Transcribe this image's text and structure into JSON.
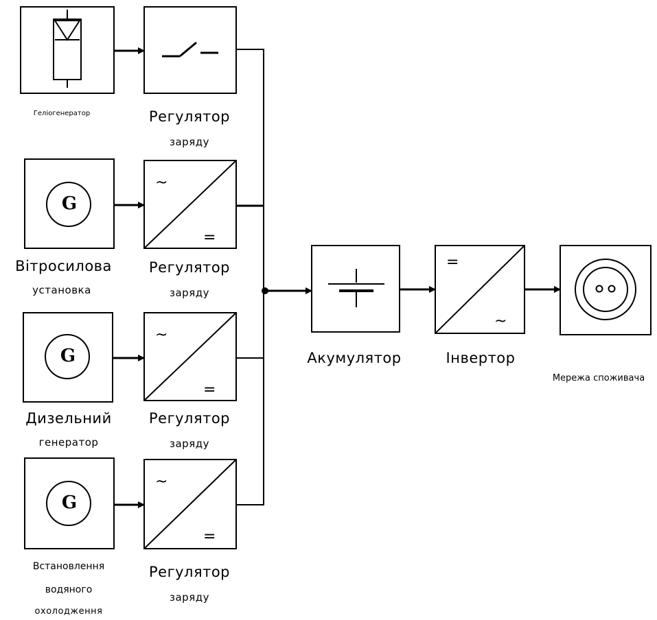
{
  "sources": [
    {
      "line1": "Геліогенератор",
      "line2": ""
    },
    {
      "line1": "Вітросилова",
      "line2": "установка"
    },
    {
      "line1": "Дизельний",
      "line2": "генератор"
    },
    {
      "line1": "Встановлення",
      "line2": "водяного",
      "line3": "охолодження"
    }
  ],
  "generator_symbol": "G",
  "regulators": [
    {
      "line1": "Регулятор",
      "line2": "заряду"
    },
    {
      "line1": "Регулятор",
      "line2": "заряду"
    },
    {
      "line1": "Регулятор",
      "line2": "заряду"
    },
    {
      "line1": "Регулятор",
      "line2": "заряду"
    }
  ],
  "converter_symbols": {
    "ac": "~",
    "dc": "="
  },
  "accumulator": {
    "label": "Акумулятор"
  },
  "inverter": {
    "label": "Інвертор",
    "dc": "=",
    "ac": "~"
  },
  "consumer": {
    "label": "Мережа споживача"
  }
}
